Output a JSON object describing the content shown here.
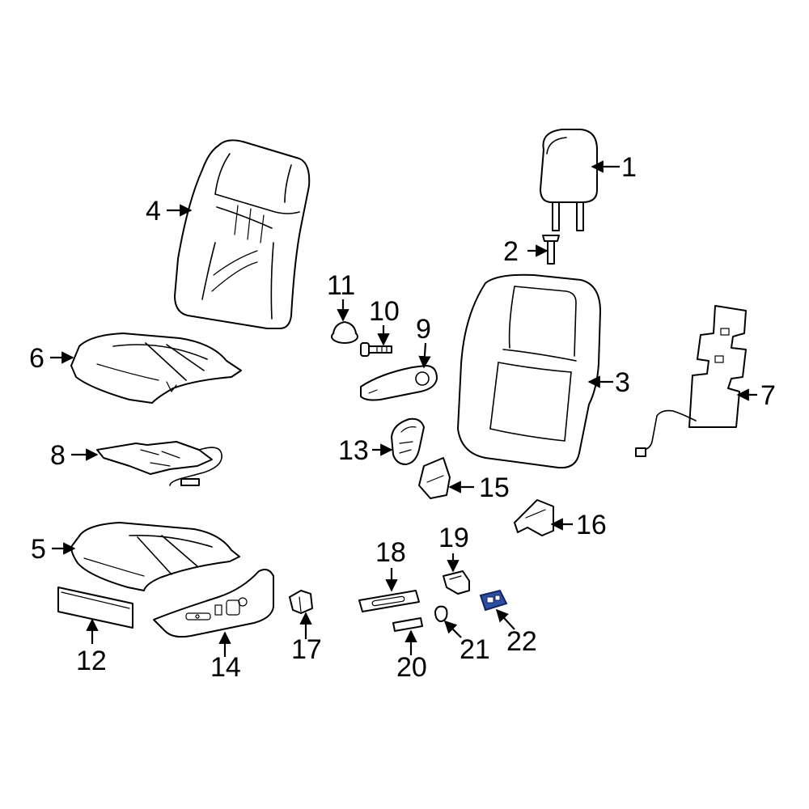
{
  "callouts": {
    "c1": "1",
    "c2": "2",
    "c3": "3",
    "c4": "4",
    "c5": "5",
    "c6": "6",
    "c7": "7",
    "c8": "8",
    "c9": "9",
    "c10": "10",
    "c11": "11",
    "c12": "12",
    "c13": "13",
    "c14": "14",
    "c15": "15",
    "c16": "16",
    "c17": "17",
    "c18": "18",
    "c19": "19",
    "c20": "20",
    "c21": "21",
    "c22": "22"
  },
  "colors": {
    "line": "#000000",
    "background": "#ffffff",
    "highlight_fill": "#2d4fa3",
    "highlight_stroke": "#12245e"
  },
  "highlighted_part": "22"
}
